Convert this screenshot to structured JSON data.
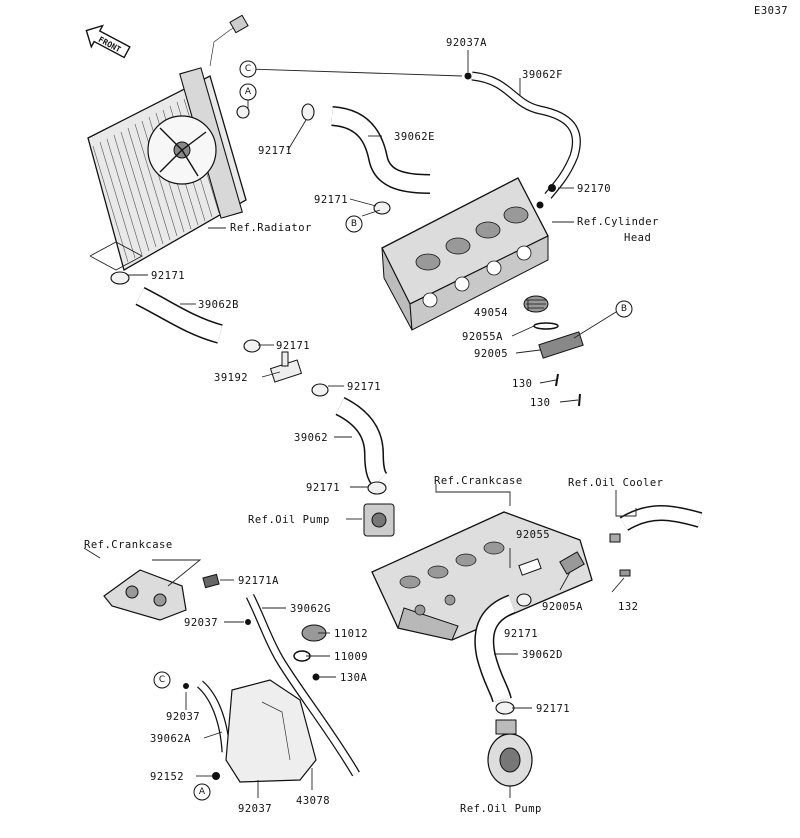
{
  "diagram_code": "E3037",
  "front_marker": "FRONT",
  "callouts": [
    "A",
    "B",
    "C"
  ],
  "part_labels": {
    "p92037A": "92037A",
    "p39062F": "39062F",
    "p39062E": "39062E",
    "p92171_a": "92171",
    "p92171_b": "92171",
    "p92170": "92170",
    "ref_cyl_1": "Ref.Cylinder",
    "ref_cyl_2": "Head",
    "ref_radiator": "Ref.Radiator",
    "p92171_c": "92171",
    "p39062B": "39062B",
    "p92171_d": "92171",
    "p39192": "39192",
    "p92171_e": "92171",
    "p49054": "49054",
    "p92055A": "92055A",
    "p92005": "92005",
    "p130_a": "130",
    "p130_b": "130",
    "p39062": "39062",
    "p92171_f": "92171",
    "ref_oil_pump_1": "Ref.Oil Pump",
    "ref_crankcase_1": "Ref.Crankcase",
    "ref_oil_cooler": "Ref.Oil Cooler",
    "ref_crankcase_2": "Ref.Crankcase",
    "p92055": "92055",
    "p92171A": "92171A",
    "p92005A": "92005A",
    "p132": "132",
    "p92037_a": "92037",
    "p39062G": "39062G",
    "p11012": "11012",
    "p92171_g": "92171",
    "p11009": "11009",
    "p39062D": "39062D",
    "p130A": "130A",
    "p92037_b": "92037",
    "p92171_h": "92171",
    "p39062A": "39062A",
    "p92152": "92152",
    "p92037_c": "92037",
    "p43078": "43078",
    "ref_oil_pump_2": "Ref.Oil Pump"
  }
}
